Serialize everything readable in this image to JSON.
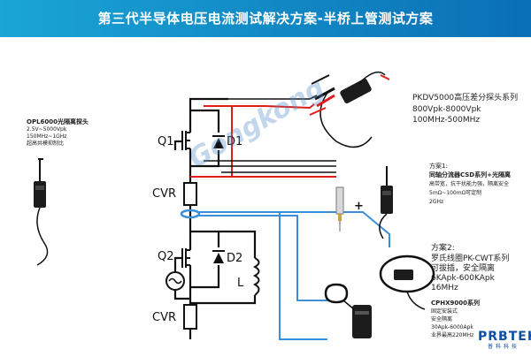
{
  "title": "第三代半导体电压电流测试解决方案-半桥上管测试方案",
  "circuit": {
    "q1": "Q1",
    "d1": "D1",
    "cvr_top": "CVR",
    "q2": "Q2",
    "d2": "D2",
    "inductor": "L",
    "cvr_bottom": "CVR",
    "plus": "+"
  },
  "watermark": "Gongkong",
  "opl": {
    "title": "OPL6000光隔离探头",
    "lines": [
      "2.5V~5000Vpk",
      "150MHz~1GHz",
      "超高共模抑制比"
    ]
  },
  "pkdv": {
    "title": "PKDV5000高压差分探头系列",
    "lines": [
      "800Vpk-8000Vpk",
      "100MHz-500MHz"
    ]
  },
  "scheme1": {
    "heading": "方案1:",
    "title": "同轴分流器CSD系列+光隔离",
    "lines": [
      "高带宽，抗干扰能力强，隔离安全",
      "5mΩ~100mΩ可定制",
      "2GHz"
    ]
  },
  "scheme2": {
    "heading": "方案2:",
    "lines": [
      "罗氏线圈PK-CWT系列",
      "可拔插，安全隔离",
      "6KApk-600KApk",
      "16MHz"
    ]
  },
  "cphx": {
    "title": "CPHX9000系列",
    "lines": [
      "固定安装式",
      "安全隔离",
      "30Apk-6000Apk",
      "业界最高220MHz"
    ]
  },
  "logo": {
    "main": "PRBTEK",
    "sub": "普科科技"
  },
  "colors": {
    "banner": "#1aa5d6",
    "red_wire": "#e01b1b",
    "blue_wire": "#3a8fd8",
    "logo": "#0b4ea2"
  }
}
